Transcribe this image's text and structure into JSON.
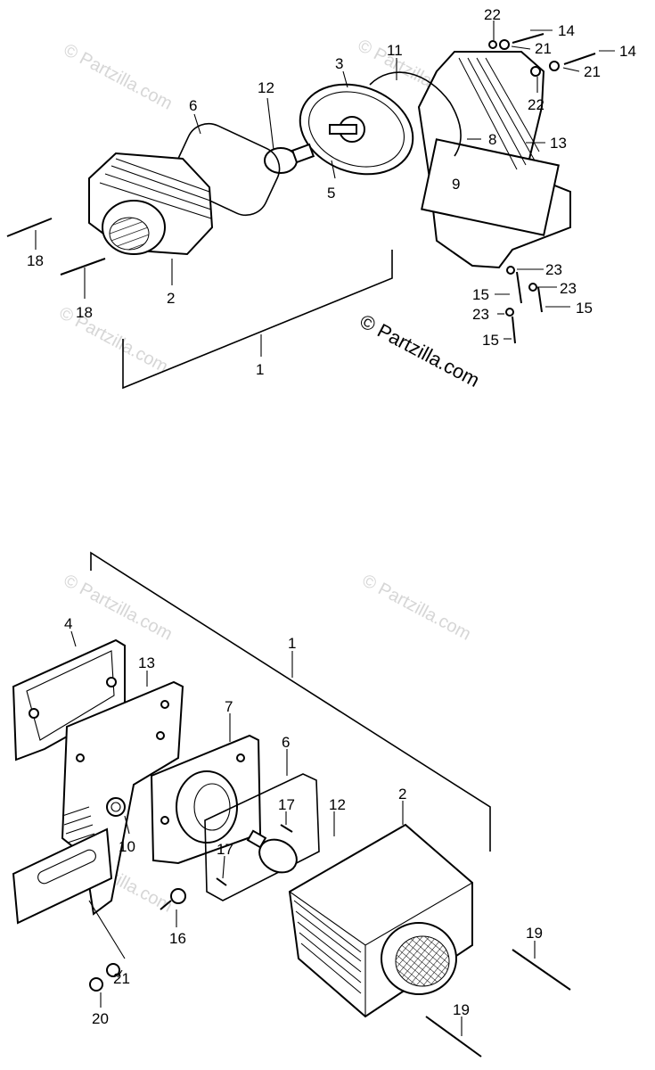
{
  "copyright": "© Partzilla.com",
  "watermark": "© Partzilla.com",
  "upper_assembly": {
    "callouts": [
      "22",
      "14",
      "21",
      "14",
      "21",
      "22",
      "11",
      "3",
      "12",
      "6",
      "8",
      "13",
      "9",
      "5",
      "18",
      "18",
      "2",
      "1",
      "23",
      "23",
      "15",
      "15",
      "23",
      "15"
    ]
  },
  "lower_assembly": {
    "callouts": [
      "4",
      "13",
      "7",
      "1",
      "6",
      "17",
      "12",
      "2",
      "10",
      "17",
      "16",
      "19",
      "19",
      "21",
      "20"
    ]
  }
}
